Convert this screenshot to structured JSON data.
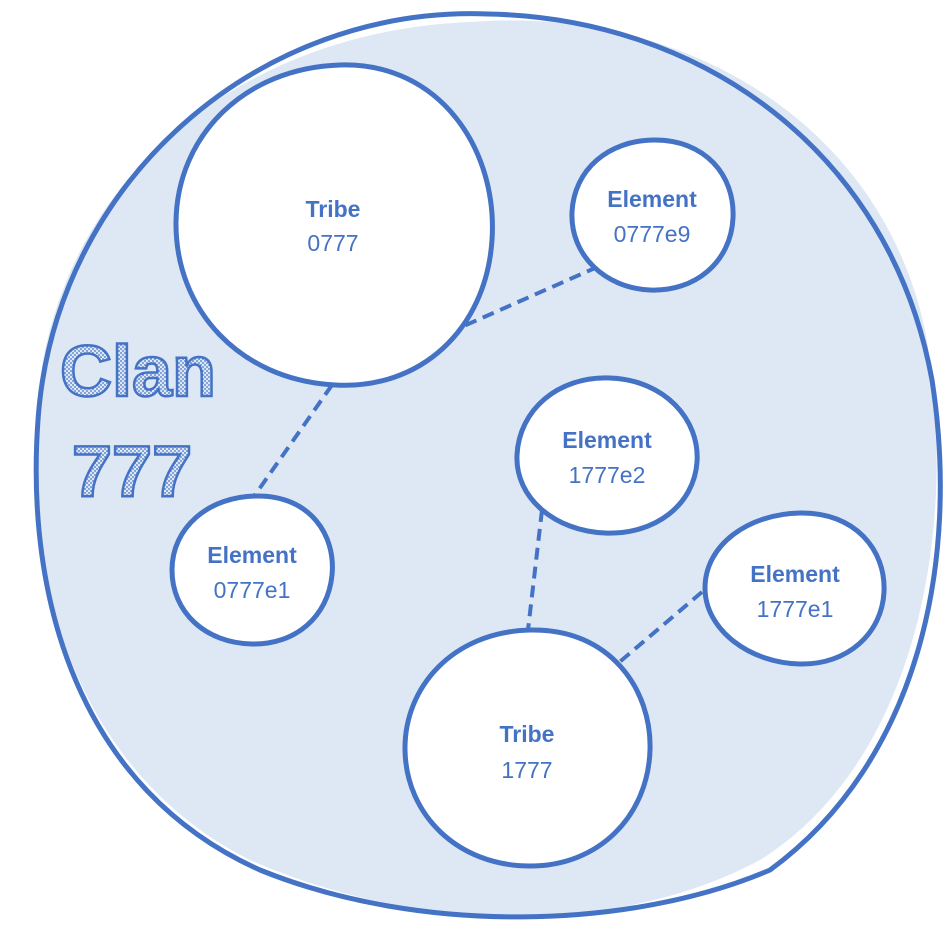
{
  "clan": {
    "line1": "Clan",
    "line2": "777"
  },
  "nodes": {
    "tribe_0777": {
      "title": "Tribe",
      "id": "0777"
    },
    "element_0777e9": {
      "title": "Element",
      "id": "0777e9"
    },
    "element_0777e1": {
      "title": "Element",
      "id": "0777e1"
    },
    "element_1777e2": {
      "title": "Element",
      "id": "1777e2"
    },
    "element_1777e1": {
      "title": "Element",
      "id": "1777e1"
    },
    "tribe_1777": {
      "title": "Tribe",
      "id": "1777"
    }
  },
  "colors": {
    "outline": "#4472C4",
    "fill": "#DEE8F5",
    "text": "#4472C4",
    "node_fill": "#FFFFFF"
  }
}
